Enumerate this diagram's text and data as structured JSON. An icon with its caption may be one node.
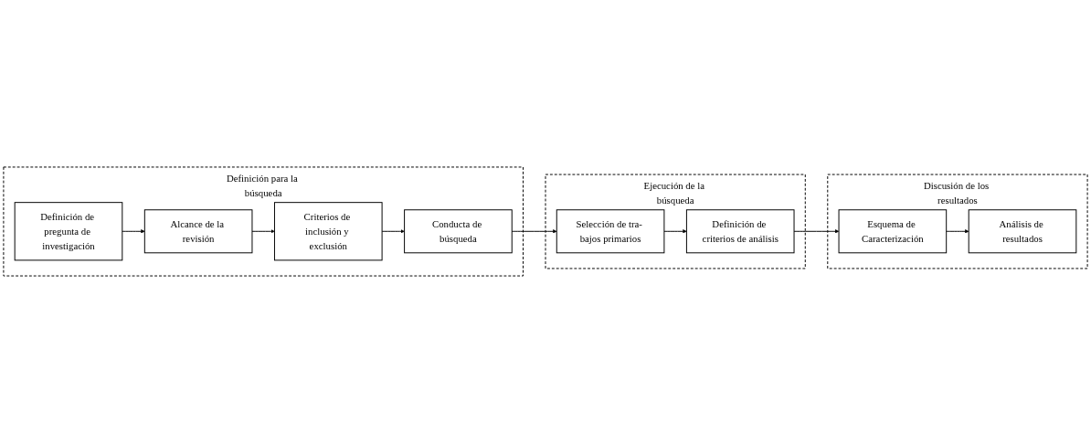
{
  "diagram": {
    "nodes": [
      {
        "text": [
          "Definición para la búsqueda"
        ]
      },
      {
        "text": [
          "Definición de pregunta de investigación"
        ],
        "in": 0
      },
      {
        "text": [
          "Criterios de inclusión y exclusión"
        ],
        "in": 0
      },
      {
        "text": [
          "Alcance de la revisión"
        ],
        "in": 0
      },
      {
        "text": [
          "Conducta de búsqueda"
        ],
        "in": 0
      },
      {
        "text": [
          "Ejecución de la búsqueda"
        ]
      },
      {
        "text": [
          "Selección de tra- bajos primarios"
        ],
        "in": 5
      },
      {
        "text": [
          "Definición de criterios de análisis"
        ],
        "in": 5
      },
      {
        "text": [
          "Discusión de los resultados"
        ]
      },
      {
        "text": [
          "Esquema de Caracterización"
        ],
        "in": 8
      },
      {
        "text": [
          "Análisis de resultados"
        ],
        "in": 8
      }
    ],
    "edges": [
      {
        "from": 1,
        "to": 3,
        "arrow": "to"
      },
      {
        "from": 3,
        "to": 2,
        "arrow": "to"
      },
      {
        "from": 2,
        "to": 4,
        "arrow": "to"
      },
      {
        "from": 4,
        "to": 6,
        "arrow": "to"
      },
      {
        "from": 6,
        "to": 7,
        "arrow": "to"
      },
      {
        "from": 7,
        "to": 9,
        "arrow": "to"
      },
      {
        "from": 9,
        "to": 10,
        "arrow": "to"
      }
    ]
  }
}
